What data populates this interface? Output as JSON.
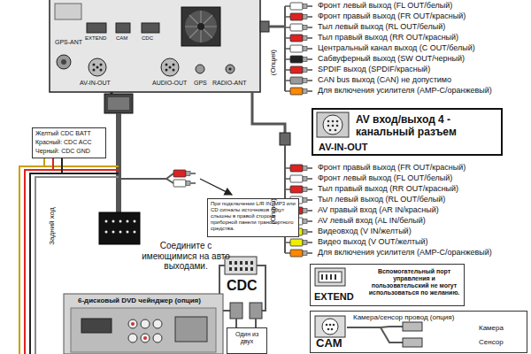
{
  "diagram": {
    "nodes": [
      {
        "text": [
          "Фронт левый выход (FL OUT/белый)",
          "Фронт правый выход (FR OUT/красный)",
          "Тыл левый выход (RL OUT/белый)",
          "Тыл правый выход (RR OUT/красный)",
          "Центральный канал выход (C OUT/белый)",
          "Сабвуферный выход (SW OUT/черный)",
          "SPDIF выход (SPDIF/красный)",
          "CAN bus выход (CAN) не допустимо",
          "Для включения усилителя (AMP-C/оранжевый)"
        ]
      },
      {
        "text": [
          "AV вход/выход 4 - канальный разъем",
          "AV-IN-OUT"
        ]
      },
      {
        "text": [
          "Фронт правый выход (FR OUT/красный)",
          "Фронт левый выход (FL OUT/белый)",
          "Тыл правый выход (RR OUT/красный)",
          "Тыл левый выход (RL OUT/белый)",
          "AV правый вход (AR IN/красный)",
          "AV левый вход (AL IN/белый)",
          "Видеовход (V IN/желтый)",
          "Видео выход (V OUT/желтый)",
          "Для включения усилителя (AMP-C/оранжевый)"
        ]
      },
      {
        "text": [
          "Желтый CDC BATT",
          "Красный: CDC ACC",
          "Черный: CDC GND"
        ]
      },
      {
        "text": [
          "При подключении L/R IN, MP3 или CD сигналы источников будут слышны в правой стороне приборной панели транспортного средства."
        ]
      },
      {
        "text": [
          "EXTEND",
          "Вспомогательный порт управления и пользовательский не могут использоваться по желанию."
        ]
      },
      {
        "text": [
          "CAM",
          "Камера/сенсор провод (опция)",
          "Камера",
          "Сенсор"
        ]
      },
      {
        "text": [
          "6-дисковый DVD чейнджер (опция)"
        ]
      },
      {
        "text": [
          "Один из двух"
        ]
      }
    ],
    "labels": [
      "GPS-ANT",
      "EXTEND",
      "CAM",
      "CDC",
      "AV-IN-OUT",
      "AUDIO-OUT",
      "GPS",
      "RADIO-ANT",
      "(Опция)",
      "(Опция)",
      "Задний ход",
      "Соедините с имеющимися на авто выходами.",
      "CDC"
    ]
  }
}
